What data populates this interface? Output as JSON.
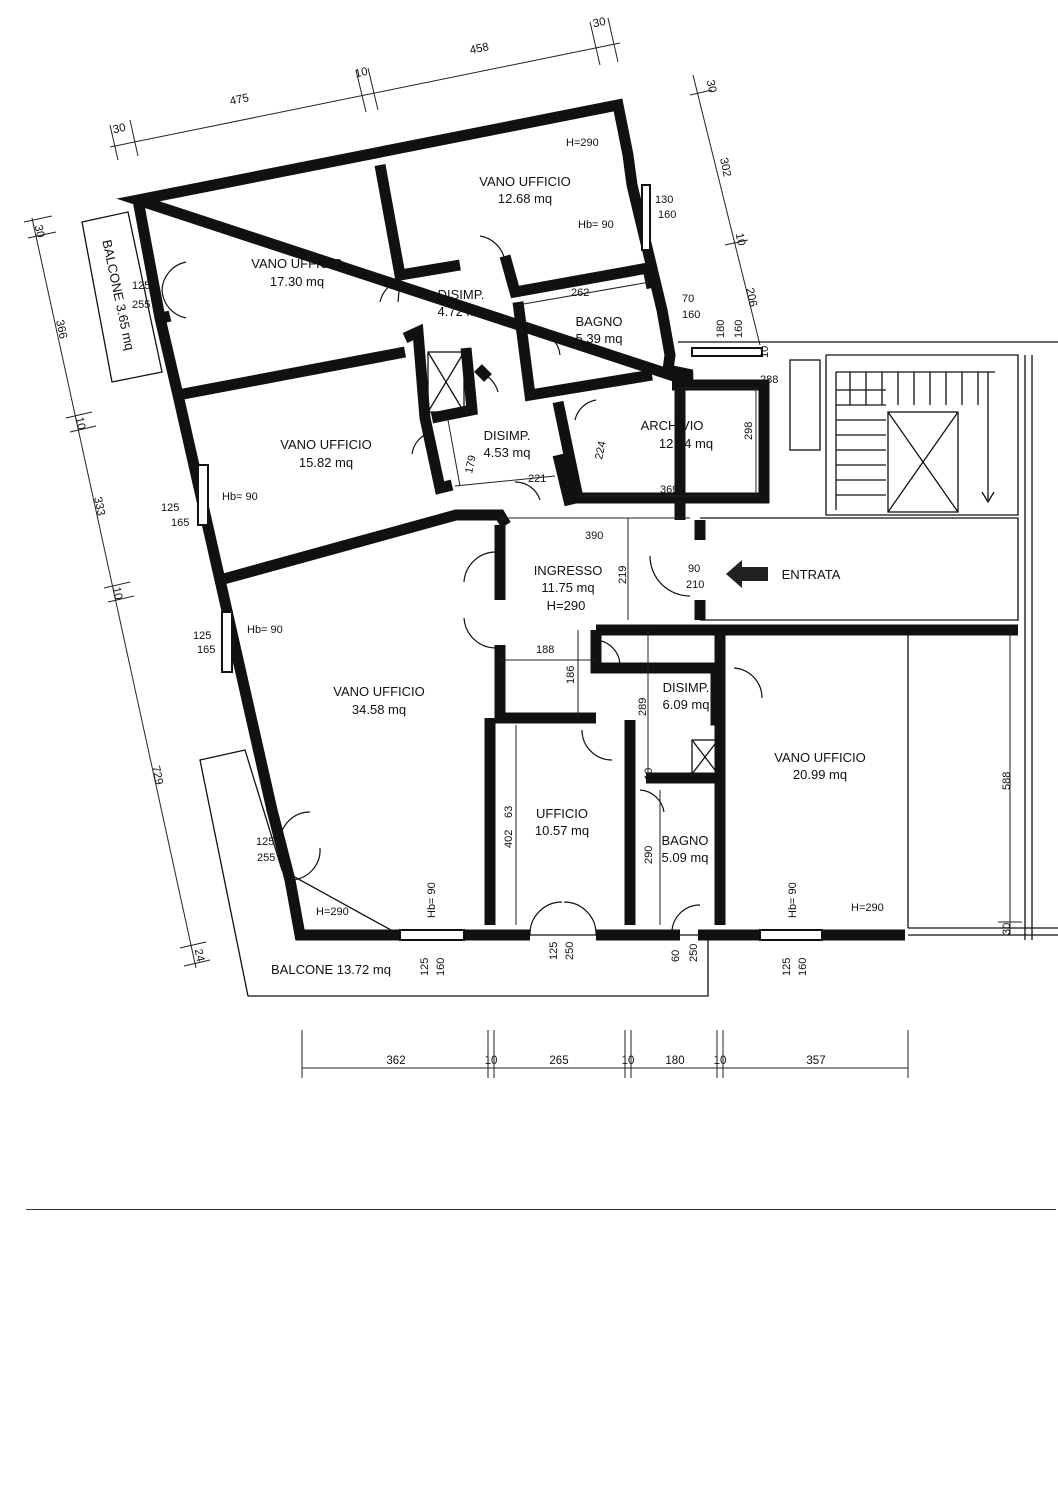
{
  "rooms": {
    "vano_ufficio_1": {
      "name": "VANO UFFICIO",
      "area": "17.30 mq"
    },
    "vano_ufficio_2": {
      "name": "VANO UFFICIO",
      "area": "12.68 mq"
    },
    "vano_ufficio_3": {
      "name": "VANO UFFICIO",
      "area": "15.82 mq"
    },
    "vano_ufficio_4": {
      "name": "VANO UFFICIO",
      "area": "34.58 mq"
    },
    "vano_ufficio_5": {
      "name": "VANO UFFICIO",
      "area": "20.99 mq"
    },
    "disimp_1": {
      "name": "DISIMP.",
      "area": "4.72 mq"
    },
    "disimp_2": {
      "name": "DISIMP.",
      "area": "4.53 mq"
    },
    "disimp_3": {
      "name": "DISIMP.",
      "area": "6.09 mq"
    },
    "bagno_1": {
      "name": "BAGNO",
      "area": "5.39 mq"
    },
    "bagno_2": {
      "name": "BAGNO",
      "area": "5.09 mq"
    },
    "archivio": {
      "name": "ARCHIVIO",
      "area": "12.84 mq"
    },
    "ingresso": {
      "name": "INGRESSO",
      "area": "11.75 mq",
      "height": "H=290"
    },
    "ufficio": {
      "name": "UFFICIO",
      "area": "10.57 mq"
    },
    "balcone_small": "BALCONE 3.65 mq",
    "balcone_large": "BALCONE 13.72 mq"
  },
  "entrance_label": "ENTRATA",
  "heights": {
    "top": "H=290",
    "bottom_left": "H=290",
    "bottom_right": "H=290"
  },
  "window_marks": {
    "hb_top": "Hb= 90",
    "hb_left_1": "Hb= 90",
    "hb_left_2": "Hb= 90",
    "hb_bottom_1": "Hb= 90",
    "hb_bottom_2": "Hb= 90"
  },
  "dimensions": {
    "top_475": "475",
    "top_10": "10",
    "top_458": "458",
    "top_30a": "30",
    "top_30b": "30",
    "right_30": "30",
    "right_302": "302",
    "right_10": "10",
    "right_206": "206",
    "left_30": "30",
    "left_366": "366",
    "left_10a": "10",
    "left_333": "333",
    "left_10b": "10",
    "left_729": "729",
    "left_24": "24",
    "bottom_362": "362",
    "bottom_10a": "10",
    "bottom_265": "265",
    "bottom_10b": "10",
    "bottom_180": "180",
    "bottom_10c": "10",
    "bottom_357": "357",
    "d_125_255_a": "125",
    "d_255_a": "255",
    "d_130": "130",
    "d_160_a": "160",
    "d_262": "262",
    "d_70": "70",
    "d_160_b": "160",
    "d_180": "180",
    "d_160_c": "160",
    "d_10": "10",
    "d_288": "288",
    "d_298": "298",
    "d_369": "369",
    "d_224": "224",
    "d_179": "179",
    "d_221": "221",
    "d_125_b": "125",
    "d_165_b": "165",
    "d_390": "390",
    "d_219": "219",
    "d_90": "90",
    "d_210": "210",
    "d_125_c": "125",
    "d_165_c": "165",
    "d_188": "188",
    "d_186": "186",
    "d_289": "289",
    "d_402": "402",
    "d_63": "63",
    "d_290": "290",
    "d_10_mid": "10",
    "d_125_d": "125",
    "d_255_d": "255",
    "d_125_e": "125",
    "d_160_e": "160",
    "d_125_f": "125",
    "d_250_f": "250",
    "d_60": "60",
    "d_250_g": "250",
    "d_125_h": "125",
    "d_160_h": "160",
    "d_588": "588",
    "d_30_right": "30"
  }
}
